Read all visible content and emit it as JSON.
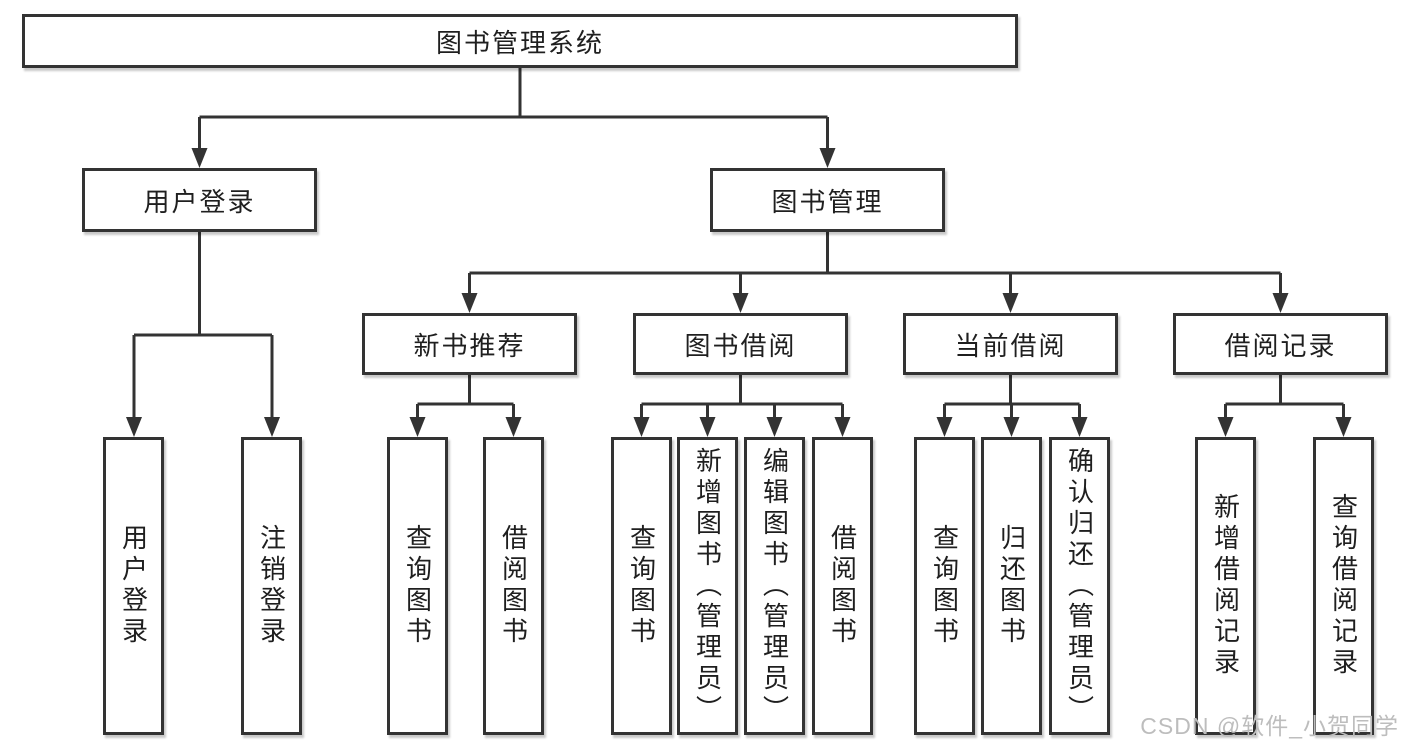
{
  "tree": {
    "root_label": "图书管理系统",
    "login": {
      "label": "用户登录",
      "children": [
        "用户登录",
        "注销登录"
      ]
    },
    "manage": {
      "label": "图书管理"
    },
    "modules": [
      {
        "label": "新书推荐",
        "children": [
          "查询图书",
          "借阅图书"
        ]
      },
      {
        "label": "图书借阅",
        "children": [
          "查询图书",
          "新增图书（管理员）",
          "编辑图书（管理员）",
          "借阅图书"
        ]
      },
      {
        "label": "当前借阅",
        "children": [
          "查询图书",
          "归还图书",
          "确认归还（管理员）"
        ]
      },
      {
        "label": "借阅记录",
        "children": [
          "新增借阅记录",
          "查询借阅记录"
        ]
      }
    ]
  },
  "watermark": "CSDN @软件_小贺同学",
  "colors": {
    "line": "#333333",
    "box_border": "#333333",
    "text": "#1f1f1f",
    "background": "#ffffff",
    "watermark": "#bdbdbd"
  }
}
